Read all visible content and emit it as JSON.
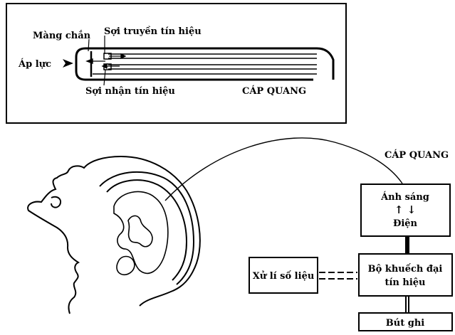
{
  "inset": {
    "diaphragm_label": "Màng chắn",
    "pressure_label": "Áp lực",
    "transmit_fiber_label": "Sợi truyền tín hiệu",
    "receive_fiber_label": "Sợi nhận tín hiệu",
    "cable_label": "CÁP QUANG"
  },
  "system": {
    "cable_label": "CÁP QUANG",
    "converter": {
      "line1": "Ánh sáng",
      "arrows": "↑ ↓",
      "line2": "Điện"
    },
    "amplifier": {
      "line1": "Bộ khuếch đại",
      "line2": "tín hiệu"
    },
    "processor": "Xử lí số liệu",
    "recorder": "Bút ghi"
  }
}
